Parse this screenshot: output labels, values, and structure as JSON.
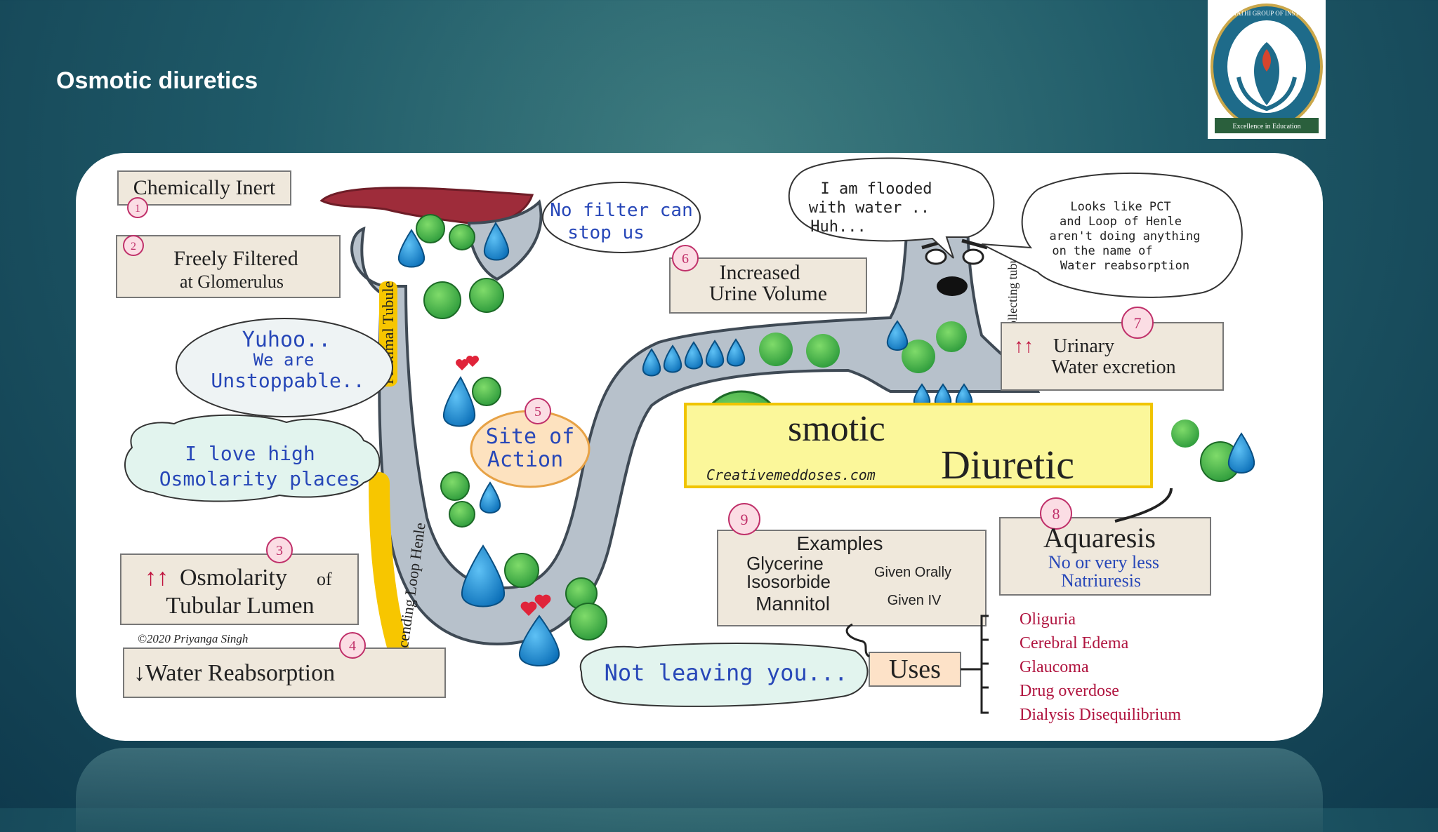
{
  "slide": {
    "title": "Osmotic diuretics"
  },
  "logo": {
    "ring_text": "JYOTHISMATHI GROUP OF INSTITUTIONS",
    "motto": "Excellence in Education"
  },
  "diagram": {
    "n1": "1",
    "chemically_inert": "Chemically Inert",
    "n2": "2",
    "freely_filtered_1": "Freely Filtered",
    "freely_filtered_2": "at Glomerulus",
    "no_filter_1": "No filter can",
    "no_filter_2": "stop us",
    "yuhoo_1": "Yuhoo..",
    "yuhoo_2": "We are",
    "yuhoo_3": "Unstoppable..",
    "proximal": "Proximal Tubule",
    "love_1": "I love high",
    "love_2": "Osmolarity places",
    "descending": "Descending Loop Henle",
    "n5": "5",
    "site_1": "Site of",
    "site_2": "Action",
    "n3": "3",
    "osm_arrows": "↑↑",
    "osm_1": "Osmolarity",
    "osm_of": "of",
    "osm_2": "Tubular Lumen",
    "copyright": "©2020 Priyanga Singh",
    "n4": "4",
    "water_reabs": "↓Water Reabsorption",
    "n6": "6",
    "urine_1": "Increased",
    "urine_2": "Urine Volume",
    "flooded_1": "I am flooded",
    "flooded_2": "with water ..",
    "flooded_3": "Huh...",
    "collecting": "Collecting tubule",
    "pct_1": "Looks like PCT",
    "pct_2": "and Loop of Henle",
    "pct_3": "aren't doing anything",
    "pct_4": "on the name of",
    "pct_5": "Water reabsorption",
    "n7": "7",
    "urinary_arrows": "↑↑",
    "urinary_1": "Urinary",
    "urinary_2": "Water excretion",
    "banner_1": "smotic",
    "banner_2": "Diuretic",
    "banner_site": "Creativemeddoses.com",
    "n9": "9",
    "examples": "Examples",
    "glycerine": "Glycerine",
    "isosorbide": "Isosorbide",
    "given_orally": "Given Orally",
    "mannitol": "Mannitol",
    "given_iv": "Given IV",
    "n8": "8",
    "aquaresis": "Aquaresis",
    "aq_1": "No or very less",
    "aq_2": "Natriuresis",
    "not_leaving": "Not leaving you...",
    "uses": "Uses",
    "uses_list": [
      "Oliguria",
      "Cerebral Edema",
      "Glaucoma",
      "Drug overdose",
      "Dialysis Disequilibrium"
    ]
  },
  "colors": {
    "tubule": "#b7c1cb",
    "drop": "#1f8fd6",
    "molecule": "#3cb34a",
    "banner_yellow": "#fbf79a",
    "banner_border": "#f0c400",
    "loop_label": "#f7c600",
    "number_ring": "#c0306a",
    "blue_text": "#2747b8",
    "uses_red": "#b0143f"
  }
}
